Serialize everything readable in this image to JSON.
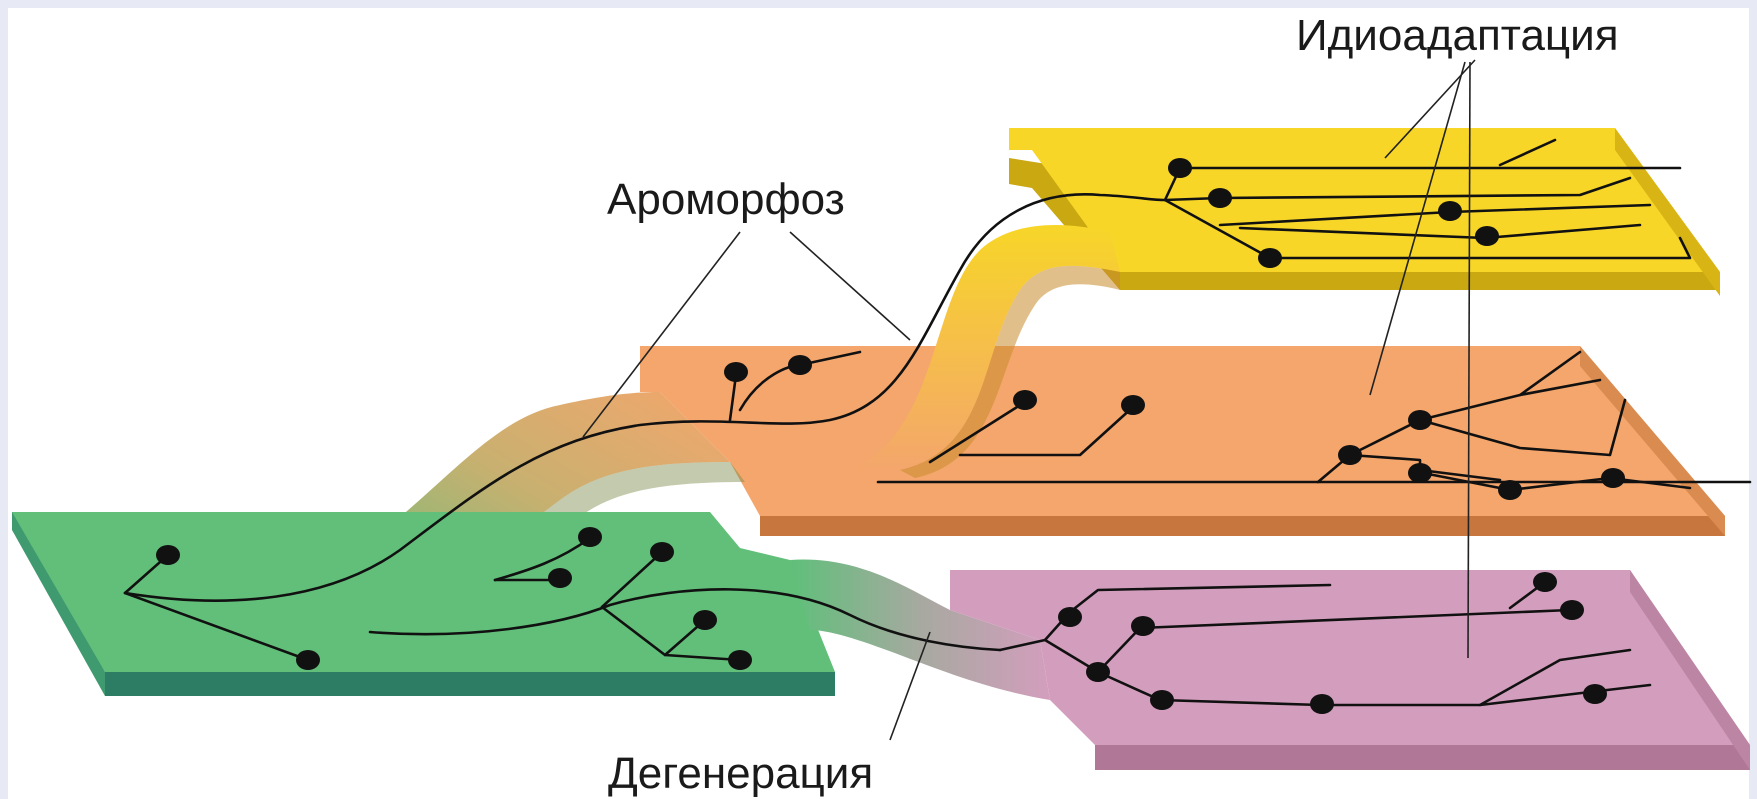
{
  "labels": {
    "aromorphosis": "Ароморфоз",
    "idioadaptation": "Идиоадаптация",
    "degeneration": "Дегенерация"
  },
  "colors": {
    "background": "#e7eaf4",
    "green": "#62bf7a",
    "orange": "#f4a66c",
    "yellow": "#f7d628",
    "pink": "#d39ebd",
    "line": "#111111"
  }
}
